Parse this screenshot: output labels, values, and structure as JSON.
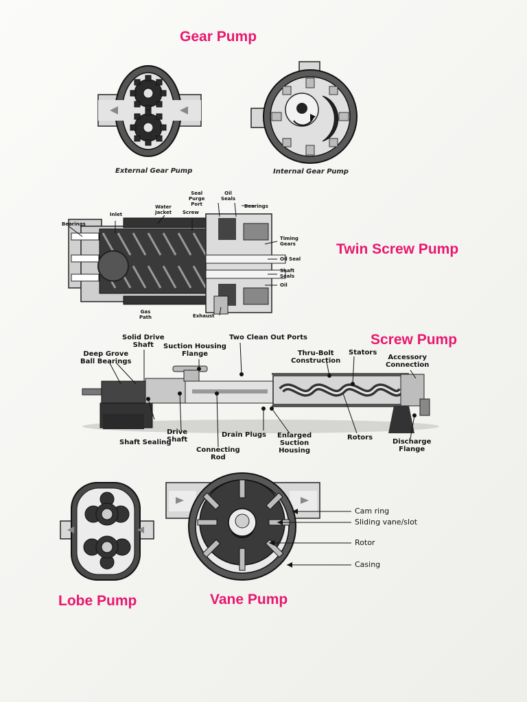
{
  "titles": {
    "gear": "Gear Pump",
    "twin_screw": "Twin Screw Pump",
    "screw": "Screw Pump",
    "lobe": "Lobe Pump",
    "vane": "Vane Pump"
  },
  "gear_captions": {
    "external": "External Gear Pump",
    "internal": "Internal Gear Pump"
  },
  "twin_screw_labels": {
    "seal_purge_port": "Seal\nPurge\nPort",
    "oil_seals": "Oil\nSeals",
    "bearings_right": "Bearings",
    "water_jacket": "Water\nJacket",
    "screw": "Screw",
    "inlet": "Inlet",
    "bearings_left": "Bearings",
    "timing_gears": "Timing\nGears",
    "oil_seal": "Oil Seal",
    "shaft_seals": "Shaft\nSeals",
    "oil": "Oil",
    "gas_path": "Gas\nPath",
    "exhaust": "Exhaust"
  },
  "screw_labels": {
    "solid_drive_shaft": "Solid Drive\nShaft",
    "two_clean_out_ports": "Two Clean Out Ports",
    "deep_grove_bearings": "Deep Grove\nBall Bearings",
    "suction_housing_flange": "Suction Housing\nFlange",
    "thru_bolt": "Thru-Bolt\nConstruction",
    "stators": "Stators",
    "accessory_connection": "Accessory\nConnection",
    "shaft_sealing": "Shaft Sealing",
    "drive_shaft": "Drive\nShaft",
    "connecting_rod": "Connecting\nRod",
    "drain_plugs": "Drain Plugs",
    "enlarged_suction_housing": "Enlarged\nSuction\nHousing",
    "rotors": "Rotors",
    "discharge_flange": "Discharge\nFlange"
  },
  "vane_labels": {
    "cam_ring": "Cam ring",
    "sliding_vane": "Sliding vane/slot",
    "rotor": "Rotor",
    "casing": "Casing"
  },
  "colors": {
    "title": "#e8176e",
    "ink": "#111111",
    "metal_dark": "#3a3a3a",
    "metal_mid": "#8a8a8a",
    "metal_light": "#d8d8d8"
  }
}
